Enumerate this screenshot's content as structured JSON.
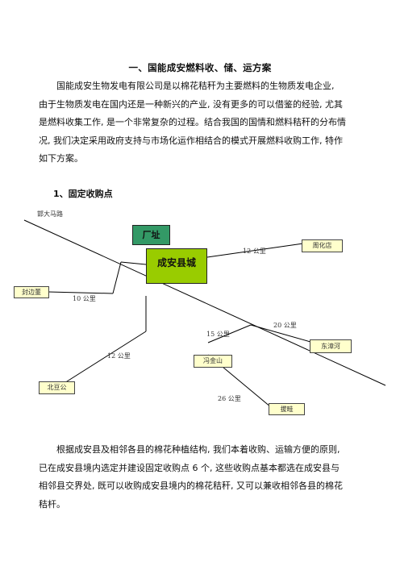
{
  "heading": "一、国能成安燃料收、储、运方案",
  "intro_lines": [
    "国能成安生物发电有限公司是以棉花秸秆为主要燃料的生物质发电企业,",
    "由于生物质发电在国内还是一种新兴的产业, 没有更多的可以借鉴的经验, 尤其",
    "是燃料收集工作, 是一个非常复杂的过程。结合我国的国情和燃料秸秆的分布情",
    "况, 我们决定采用政府支持与市场化运作相结合的模式开展燃料收购工作, 特作",
    "如下方案。"
  ],
  "section_title": "1、固定收购点",
  "map": {
    "road_label": "邯大马路",
    "plant_label": "厂址",
    "city_label": "成安县城",
    "stations": {
      "zhouhua": "周化店",
      "fengbian": "封边董",
      "dongzhang": "东漳河",
      "fengjinshan": "冯金山",
      "beidou": "北豆公",
      "hongmi": "拔畦"
    },
    "distances": {
      "zhouhua": "12 公里",
      "fengbian": "10 公里",
      "dongzhang": "20 公里",
      "fengjinshan": "15 公里",
      "beidou": "12 公里",
      "hongmi": "26 公里"
    }
  },
  "closing_lines": [
    "根据成安县及相邻各县的棉花种植结构, 我们本着收购、运输方便的原则,",
    "已在成安县境内选定并建设固定收购点 6 个, 这些收购点基本都选在成安县与",
    "相邻县交界处, 既可以收购成安县境内的棉花秸秆, 又可以兼收相邻各县的棉花",
    "秸杆。"
  ]
}
